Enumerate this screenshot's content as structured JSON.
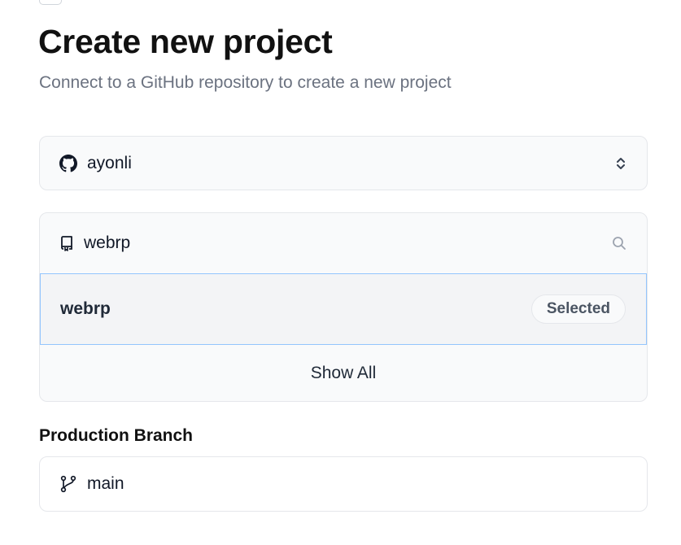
{
  "header": {
    "title": "Create new project",
    "subtitle": "Connect to a GitHub repository to create a new project"
  },
  "account_select": {
    "icon": "github-icon",
    "value": "ayonli",
    "chevron_icon": "chevron-up-down-icon"
  },
  "repo_search": {
    "icon": "repo-icon",
    "value": "webrp",
    "search_icon": "search-icon"
  },
  "repo_results": [
    {
      "name": "webrp",
      "badge": "Selected"
    }
  ],
  "show_all_label": "Show All",
  "production_branch": {
    "label": "Production Branch",
    "icon": "git-branch-icon",
    "value": "main"
  },
  "colors": {
    "selected_border": "#93c5fd",
    "panel_bg": "#f9fafb",
    "subtitle_text": "#6b7280"
  }
}
